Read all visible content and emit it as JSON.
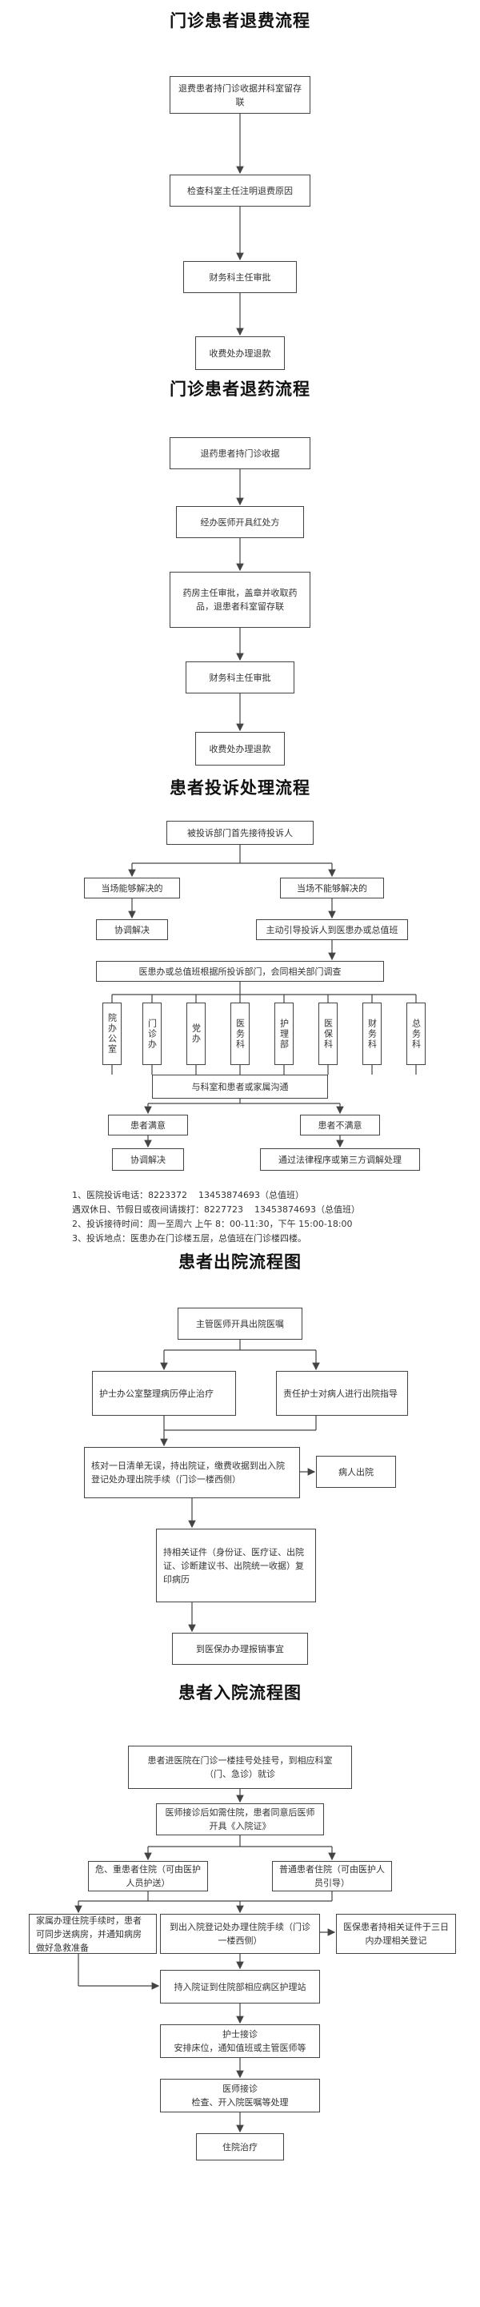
{
  "sections": [
    {
      "title": "门诊患者退费流程",
      "steps": [
        "退费患者持门诊收据并科室留存联",
        "检查科室主任注明退费原因",
        "财务科主任审批",
        "收费处办理退款"
      ]
    },
    {
      "title": "门诊患者退药流程",
      "steps": [
        "退药患者持门诊收据",
        "经办医师开具红处方",
        "药房主任审批，盖章并收取药品，退患者科室留存联",
        "财务科主任审批",
        "收费处办理退款"
      ]
    },
    {
      "title": "患者投诉处理流程",
      "first": "被投诉部门首先接待投诉人",
      "solved": "当场能够解决的",
      "unsolved": "当场不能够解决的",
      "coordinate": "协调解决",
      "guide": "主动引导投诉人到医患办或总值班",
      "investigate": "医患办或总值班根据所投诉部门，会同相关部门调查",
      "departments": [
        "院办公室",
        "门诊办",
        "党办",
        "医务科",
        "护理部",
        "医保科",
        "财务科",
        "总务科"
      ],
      "communicate": "与科室和患者或家属沟通",
      "satisfied": "患者满意",
      "dissatisfied": "患者不满意",
      "coordinate2": "协调解决",
      "legal": "通过法律程序或第三方调解处理",
      "notes": [
        "1、医院投诉电话：8223372    13453874693（总值班）",
        "遇双休日、节假日或夜间请拨打：8227723    13453874693（总值班）",
        "2、投诉接待时间：周一至周六 上午 8：00-11:30，下午 15:00-18:00",
        "3、投诉地点：医患办在门诊楼五层，总值班在门诊楼四楼。"
      ]
    },
    {
      "title": "患者出院流程图",
      "order": "主管医师开具出院医嘱",
      "nurse_office": "护士办公室整理病历停止治疗",
      "duty_nurse": "责任护士对病人进行出院指导",
      "checkout": "核对一日清单无误，持出院证，缴费收据到出入院登记处办理出院手续（门诊一楼西侧）",
      "discharged": "病人出院",
      "copy": "持相关证件（身份证、医疗证、出院证、诊断建议书、出院统一收据）复印病历",
      "insurance": "到医保办办理报销事宜"
    },
    {
      "title": "患者入院流程图",
      "register": "患者进医院在门诊一楼挂号处挂号，到相应科室（门、急诊）就诊",
      "doctor": "医师接诊后如需住院，患者同意后医师开具《入院证》",
      "critical": "危、重患者住院（可由医护人员护送）",
      "normal": "普通患者住院（可由医护人员引导）",
      "family": "家属办理住院手续时，患者可同步送病房，并通知病房做好急救准备",
      "admission_office": "到出入院登记处办理住院手续（门诊一楼西侧）",
      "insured": "医保患者持相关证件于三日内办理相关登记",
      "ward": "持入院证到住院部相应病区护理站",
      "nurse_receive": "护士接诊\n安排床位，通知值班或主管医师等",
      "doctor_receive": "医师接诊\n检查、开入院医嘱等处理",
      "treatment": "住院治疗"
    }
  ]
}
